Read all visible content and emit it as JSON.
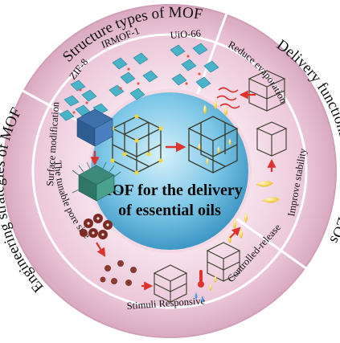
{
  "center": {
    "line1": "MOF for the delivery",
    "line2": "of essential oils"
  },
  "sections": {
    "structure": {
      "title": "Structure types of MOF",
      "items": [
        "ZIF-8",
        "IRMOF-1",
        "UiO-66"
      ]
    },
    "delivery": {
      "title": "Delivery functions of MOF for EOs",
      "items": [
        "Reduce evaporation",
        "Improve stability",
        "Controlled-release"
      ]
    },
    "engineering": {
      "title": "Engineering strategies of MOF",
      "items": [
        "Surface modification",
        "The tunable pore size",
        "Stimuli Responsive"
      ]
    }
  },
  "colors": {
    "outer_ring": "#e7c1d3",
    "inner_ring": "#f3dbe6",
    "center_light": "#bfe6f5",
    "center_dark": "#2f8cbc",
    "arrow": "#e0322d",
    "crystal": "#49b4c9",
    "drop": "#f2d63b"
  }
}
